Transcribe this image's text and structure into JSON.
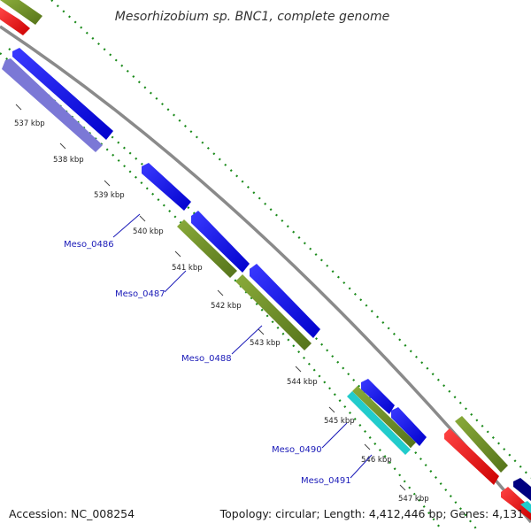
{
  "title": "Mesorhizobium sp. BNC1, complete genome",
  "footer": {
    "accession": "Accession: NC_008254",
    "summary": "Topology: circular; Length: 4,412,446 bp; Genes: 4,131"
  },
  "ticks": [
    "537 kbp",
    "538 kbp",
    "539 kbp",
    "540 kbp",
    "541 kbp",
    "542 kbp",
    "543 kbp",
    "544 kbp",
    "545 kbp",
    "546 kbp",
    "547 kbp"
  ],
  "gene_labels": [
    "Meso_0486",
    "Meso_0487",
    "Meso_0488",
    "Meso_0490",
    "Meso_0491"
  ],
  "colors": {
    "backbone": "#8a8a8a",
    "cds_forward": "#0000ee",
    "cds_reverse": "#7b78d6",
    "cds_olive": "#6b8e23",
    "rna_red": "#ee1111",
    "cyan": "#22cccc",
    "navy": "#000080",
    "dots": "#1a8a1a",
    "label": "#1a1ab8"
  }
}
